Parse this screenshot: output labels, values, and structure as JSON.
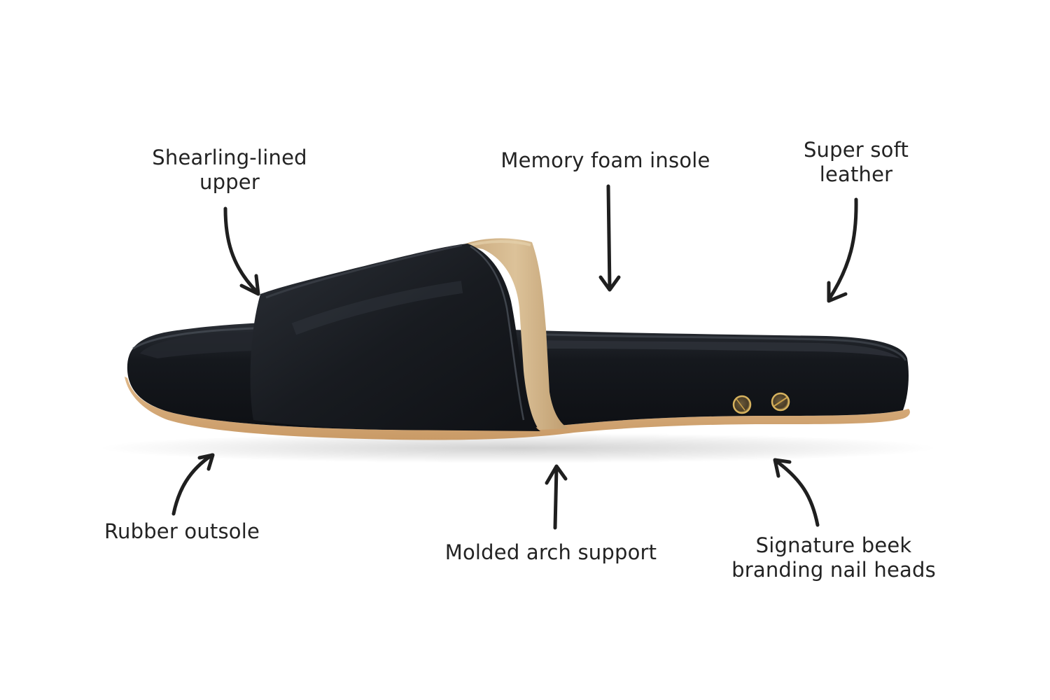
{
  "diagram": {
    "subject": "Slide sandal with shearling lining",
    "colors": {
      "background": "#ffffff",
      "leather": "#16191e",
      "leather_highlight": "#3a3f47",
      "shearling": "#cdb088",
      "outsole": "#d4a878",
      "nail_head_gold": "#c9a04a",
      "ink": "#232323"
    },
    "callouts": [
      {
        "id": "shearling-lined-upper",
        "lines": [
          "Shearling-lined",
          "upper"
        ],
        "arrow": "curved-down-right",
        "position": "top-left"
      },
      {
        "id": "memory-foam-insole",
        "lines": [
          "Memory foam insole"
        ],
        "arrow": "straight-down",
        "position": "top-center"
      },
      {
        "id": "super-soft-leather",
        "lines": [
          "Super soft",
          "leather"
        ],
        "arrow": "curved-down-left",
        "position": "top-right"
      },
      {
        "id": "rubber-outsole",
        "lines": [
          "Rubber outsole"
        ],
        "arrow": "curved-up-right",
        "position": "bottom-left"
      },
      {
        "id": "molded-arch-support",
        "lines": [
          "Molded arch support"
        ],
        "arrow": "straight-up",
        "position": "bottom-center"
      },
      {
        "id": "signature-beek-branding-nail-heads",
        "lines": [
          "Signature beek",
          "branding nail heads"
        ],
        "arrow": "curved-up-left",
        "position": "bottom-right"
      }
    ]
  }
}
